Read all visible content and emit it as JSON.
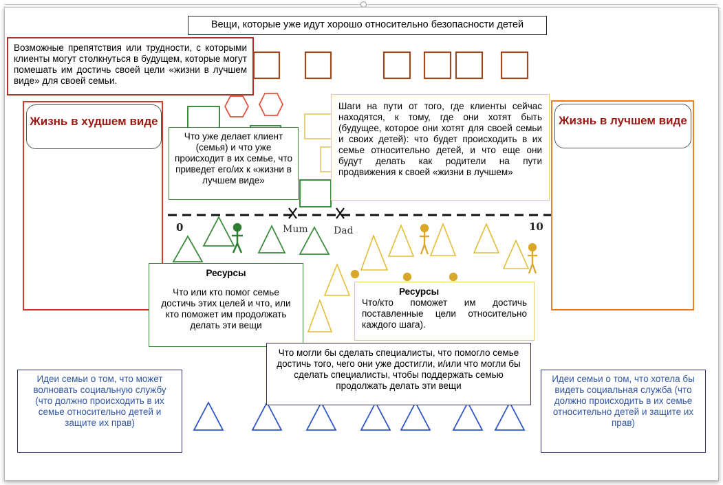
{
  "header": {
    "title": "Вещи, которые уже идут хорошо относительно безопасности детей"
  },
  "obstacles_text": "Возможные препятствия или трудности, с которыми клиенты могут столкнуться в будущем, которые могут помешать им достичь своей цели «жизни в лучшем виде» для своей семьи.",
  "worst_life_label": "Жизнь в худшем виде",
  "best_life_label": "Жизнь в лучшем виде",
  "doing_text": "Что уже делает клиент (семья) и что уже происходит в их семье, что приведет его/их к «жизни в лучшем виде»",
  "steps_text": "Шаги на пути от того, где клиенты сейчас находятся, к тому, где они хотят быть (будущее, которое они хотят для своей семьи и своих детей): что будет происходить в их семье относительно детей, и что еще они будут делать как родители на пути продвижения к своей «жизни в лучшем»",
  "scale": {
    "min_label": "0",
    "max_label": "10",
    "mum_label": "Mum",
    "dad_label": "Dad"
  },
  "resources_green": {
    "heading": "Ресурсы",
    "text": "Что или кто помог семье достичь этих целей и что, или кто поможет им продолжать делать эти вещи"
  },
  "resources_yellow": {
    "heading": "Ресурсы",
    "text": "Что/кто поможет им достичь поставленные цели относительно каждого шага)."
  },
  "specialists_text": "Что могли бы сделать специалисты, что помогло семье достичь того, чего они уже достигли, и/или что могли бы сделать специалисты, чтобы поддержать семью продолжать делать эти вещи",
  "ideas_left_text": "Идеи семьи о том, что может волновать социальную службу (что должно происходить в их семье относительно детей и защите их прав)",
  "ideas_right_text": "Идеи семьи о том, что хотела бы видеть социальная служба (что должно происходить в их семье относительно детей и защите их прав)",
  "colors": {
    "worst": "#d23b30",
    "best": "#ea7e24",
    "obstacle": "#b0302c",
    "green": "#3d8c3d",
    "yellow": "#e6c23a",
    "blue": "#2f55a8",
    "navy": "#2b2f6a"
  }
}
